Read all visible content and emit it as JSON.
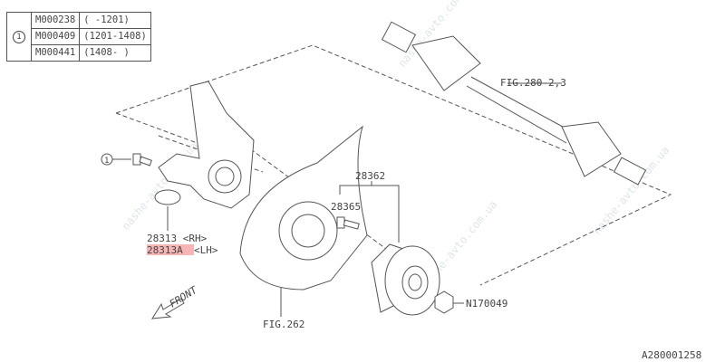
{
  "applicability_table": {
    "ref": "1",
    "rows": [
      {
        "code": "M000238",
        "range": "( -1201)"
      },
      {
        "code": "M000409",
        "range": "(1201-1408)"
      },
      {
        "code": "M000441",
        "range": "(1408- )"
      }
    ]
  },
  "labels": {
    "bolt_ref": "1",
    "axle": "FIG.280-2,3",
    "hub_unit": "28362",
    "hub_bolt": "28365",
    "nut": "N170049",
    "dust_cover": "FIG.262",
    "knuckle_rh": "28313 <RH>",
    "knuckle_lh_part": "28313A",
    "knuckle_lh_side": "<LH>",
    "front": "FRONT",
    "diagram_id": "A280001258"
  },
  "watermark": "nashe-avto.com.ua",
  "colors": {
    "highlight": "#f5a3a3"
  }
}
